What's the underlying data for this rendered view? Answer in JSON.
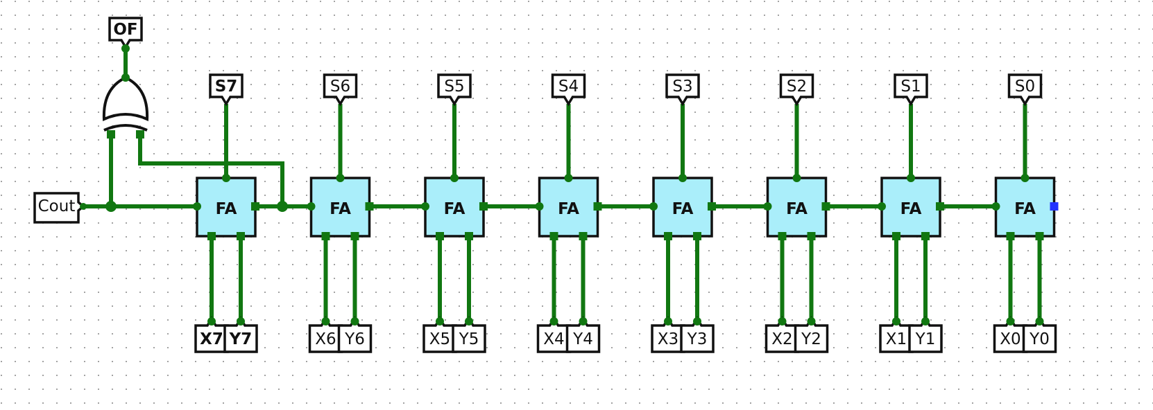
{
  "circuit": {
    "adders": [
      {
        "id": "FA7",
        "label": "FA",
        "sum": "S7",
        "x": "X7",
        "y": "Y7",
        "bold_io": true
      },
      {
        "id": "FA6",
        "label": "FA",
        "sum": "S6",
        "x": "X6",
        "y": "Y6",
        "bold_io": false
      },
      {
        "id": "FA5",
        "label": "FA",
        "sum": "S5",
        "x": "X5",
        "y": "Y5",
        "bold_io": false
      },
      {
        "id": "FA4",
        "label": "FA",
        "sum": "S4",
        "x": "X4",
        "y": "Y4",
        "bold_io": false
      },
      {
        "id": "FA3",
        "label": "FA",
        "sum": "S3",
        "x": "X3",
        "y": "Y3",
        "bold_io": false
      },
      {
        "id": "FA2",
        "label": "FA",
        "sum": "S2",
        "x": "X2",
        "y": "Y2",
        "bold_io": false
      },
      {
        "id": "FA1",
        "label": "FA",
        "sum": "S1",
        "x": "X1",
        "y": "Y1",
        "bold_io": false
      },
      {
        "id": "FA0",
        "label": "FA",
        "sum": "S0",
        "x": "X0",
        "y": "Y0",
        "bold_io": false
      }
    ],
    "carry_out_label": "Cout",
    "overflow_label": "OF",
    "overflow_gate": "xor-gate"
  },
  "colors": {
    "wire": "#117711",
    "adder_fill": "#aaeefa",
    "outline": "#111111",
    "carry_in_pin": "#2233ff"
  }
}
